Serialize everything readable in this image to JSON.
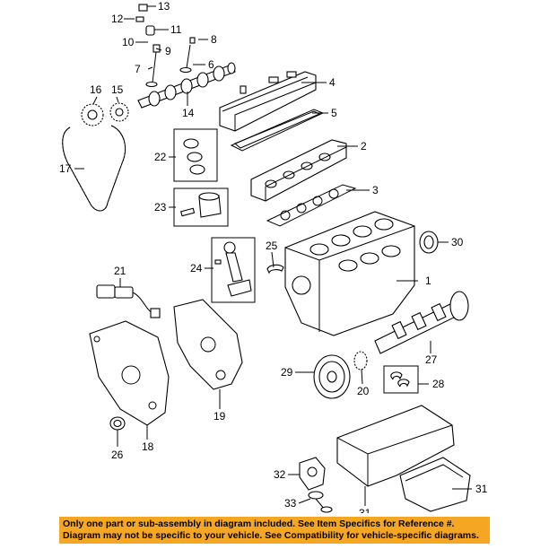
{
  "callouts": [
    "1",
    "2",
    "3",
    "4",
    "5",
    "6",
    "7",
    "8",
    "9",
    "10",
    "11",
    "12",
    "13",
    "14",
    "15",
    "16",
    "17",
    "18",
    "19",
    "20",
    "21",
    "22",
    "23",
    "24",
    "25",
    "26",
    "27",
    "28",
    "29",
    "30",
    "31",
    "31",
    "32",
    "33"
  ],
  "footer": {
    "line1": "Only one part or sub-assembly in diagram included. See Item Specifics for Reference #.",
    "line2": "Diagram may not be specific to your vehicle. See Compatibility for vehicle-specific diagrams."
  },
  "colors": {
    "footer_bg": "#f5a623",
    "line": "#000000",
    "background": "#ffffff"
  }
}
